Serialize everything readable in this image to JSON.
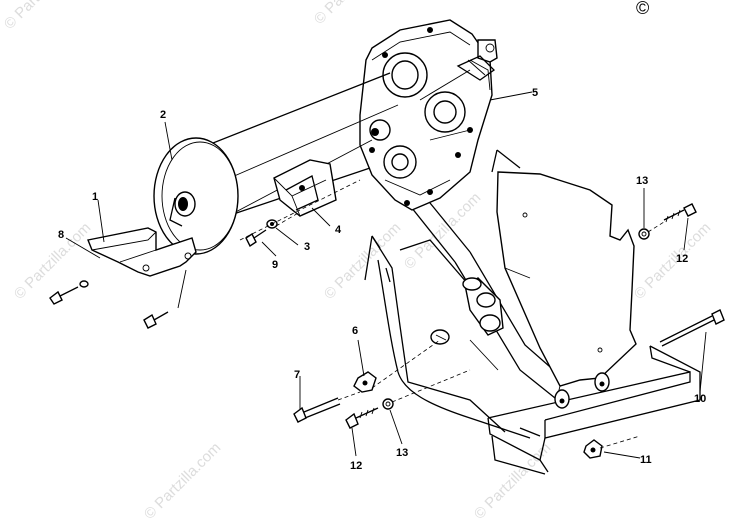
{
  "copyright_mark": "©",
  "watermarks": [
    "© Partzilla.com",
    "© Partzilla.com",
    "© Partzilla.com",
    "© Partzilla.com",
    "© Partzilla.com",
    "© Partzilla.com",
    "© Partzilla.com",
    "© Partzilla.com"
  ],
  "callouts": {
    "c1": "1",
    "c2": "2",
    "c3": "3",
    "c4": "4",
    "c5": "5",
    "c6": "6",
    "c7": "7",
    "c8": "8",
    "c9": "9",
    "c10": "10",
    "c11": "11",
    "c12a": "12",
    "c12b": "12",
    "c13a": "13",
    "c13b": "13"
  }
}
